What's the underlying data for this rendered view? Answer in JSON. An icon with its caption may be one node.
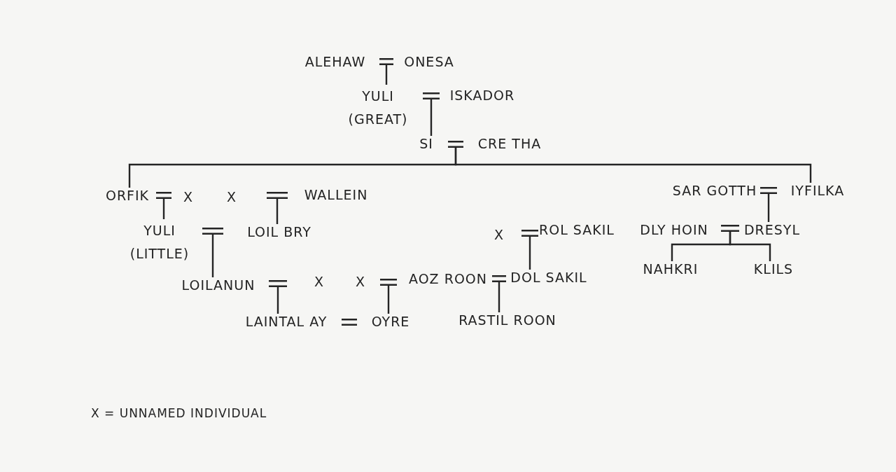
{
  "diagram": {
    "nodes": [
      {
        "text": [
          "ALEHAW"
        ]
      },
      {
        "text": [],
        "shape": "equals"
      },
      {
        "text": [
          "ONESA"
        ]
      },
      {
        "text": [
          "YULI (GREAT)"
        ]
      },
      {
        "text": [],
        "shape": "equals"
      },
      {
        "text": [
          "ISKADOR"
        ]
      },
      {
        "text": [
          "SI"
        ]
      },
      {
        "text": [],
        "shape": "equals"
      },
      {
        "text": [
          "CRE THA"
        ]
      },
      {
        "text": [
          "ORFIK"
        ]
      },
      {
        "text": [],
        "shape": "equals"
      },
      {
        "text": [
          "X"
        ]
      },
      {
        "text": [
          "X"
        ]
      },
      {
        "text": [],
        "shape": "equals"
      },
      {
        "text": [
          "WALLEIN"
        ]
      },
      {
        "text": [
          "SAR GOTTH"
        ]
      },
      {
        "text": [],
        "shape": "equals"
      },
      {
        "text": [
          "IYFILKA"
        ]
      },
      {
        "text": [
          "YULI (LITTLE)"
        ]
      },
      {
        "text": [],
        "shape": "equals"
      },
      {
        "text": [
          "LOIL BRY"
        ]
      },
      {
        "text": [
          "X"
        ]
      },
      {
        "text": [],
        "shape": "equals"
      },
      {
        "text": [
          "ROL SAKIL"
        ]
      },
      {
        "text": [
          "DLY HOIN"
        ]
      },
      {
        "text": [],
        "shape": "equals"
      },
      {
        "text": [
          "DRESYL"
        ]
      },
      {
        "text": [
          "NAHKRI"
        ]
      },
      {
        "text": [
          "KLILS"
        ]
      },
      {
        "text": [
          "LOILANUN"
        ]
      },
      {
        "text": [],
        "shape": "equals"
      },
      {
        "text": [
          "X"
        ]
      },
      {
        "text": [
          "X"
        ]
      },
      {
        "text": [],
        "shape": "equals"
      },
      {
        "text": [
          "AOZ ROON"
        ]
      },
      {
        "text": [],
        "shape": "equals"
      },
      {
        "text": [
          "DOL SAKIL"
        ]
      },
      {
        "text": [
          "LAINTAL AY"
        ]
      },
      {
        "text": [],
        "shape": "equals"
      },
      {
        "text": [
          "OYRE"
        ]
      },
      {
        "text": [
          "RASTIL ROON"
        ]
      }
    ],
    "edges": [
      {
        "from": 1,
        "to": 3,
        "arrow": "none"
      },
      {
        "from": 4,
        "to": 6,
        "arrow": "none"
      },
      {
        "from": 7,
        "to": 9,
        "arrow": "none"
      },
      {
        "from": 7,
        "to": 17,
        "arrow": "none"
      },
      {
        "from": 10,
        "to": 18,
        "arrow": "none"
      },
      {
        "from": 13,
        "to": 20,
        "arrow": "none"
      },
      {
        "from": 16,
        "to": 26,
        "arrow": "none"
      },
      {
        "from": 19,
        "to": 29,
        "arrow": "none"
      },
      {
        "from": 22,
        "to": 36,
        "arrow": "none"
      },
      {
        "from": 25,
        "to": 27,
        "arrow": "none"
      },
      {
        "from": 25,
        "to": 28,
        "arrow": "none"
      },
      {
        "from": 30,
        "to": 37,
        "arrow": "none"
      },
      {
        "from": 33,
        "to": 39,
        "arrow": "none"
      },
      {
        "from": 35,
        "to": 40,
        "arrow": "none"
      }
    ],
    "labels": [
      "X = UNNAMED INDIVIDUAL"
    ]
  }
}
